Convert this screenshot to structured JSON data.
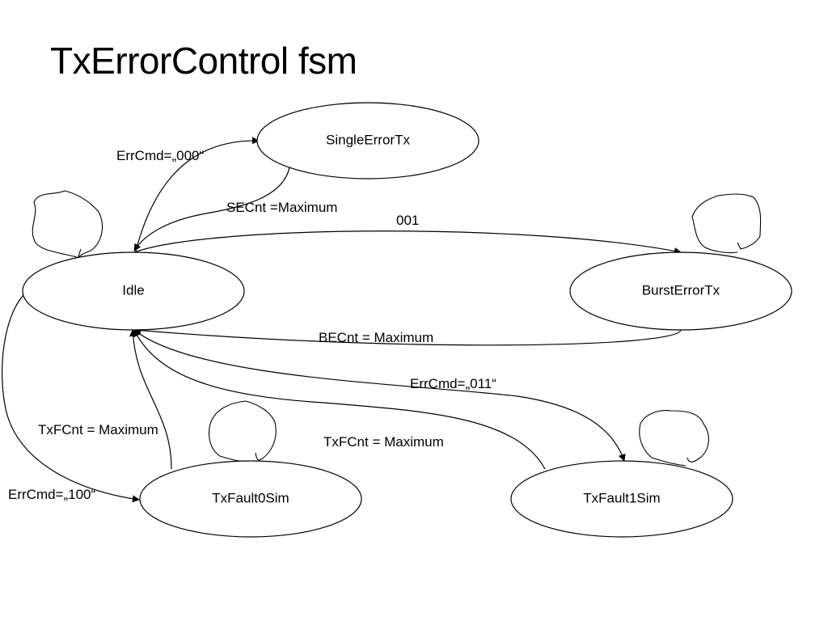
{
  "title": "TxErrorControl fsm",
  "states": {
    "idle": "Idle",
    "single_error_tx": "SingleErrorTx",
    "burst_error_tx": "BurstErrorTx",
    "tx_fault0_sim": "TxFault0Sim",
    "tx_fault1_sim": "TxFault1Sim"
  },
  "transitions": {
    "idle_to_single": "ErrCmd=„000“",
    "single_to_idle": "SECnt =Maximum",
    "idle_to_burst": "001",
    "burst_to_idle": "BECnt = Maximum",
    "idle_to_fault1": "ErrCmd=„011“",
    "fault1_to_idle": "TxFCnt = Maximum",
    "fault0_to_idle": "TxFCnt = Maximum",
    "idle_to_fault0": "ErrCmd=„100“"
  },
  "colors": {
    "stroke": "#000000",
    "background": "#ffffff"
  }
}
